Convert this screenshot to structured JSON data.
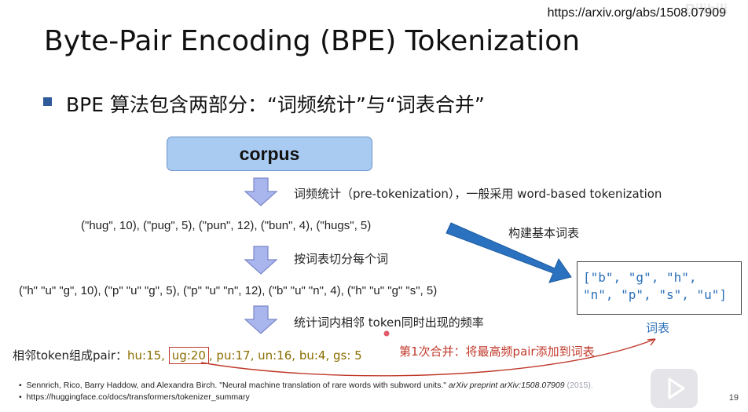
{
  "url": "https://arxiv.org/abs/1508.07909",
  "title": "Byte-Pair Encoding (BPE) Tokenization",
  "bullet": "BPE 算法包含两部分：“词频统计”与“词表合并”",
  "corpus_label": "corpus",
  "step1": "词频统计（pre-tokenization），一般采用 word-based tokenization",
  "word_freqs": "(\"hug\", 10), (\"pug\", 5), (\"pun\", 12), (\"bun\", 4), (\"hugs\", 5)",
  "build_vocab_label": "构建基本词表",
  "step2": "按词表切分每个词",
  "split_words": "(\"h\" \"u\" \"g\", 10), (\"p\" \"u\" \"g\", 5), (\"p\" \"u\" \"n\", 12), (\"b\" \"u\" \"n\", 4), (\"h\" \"u\" \"g\" \"s\", 5)",
  "vocab_line1": "[\"b\", \"g\", \"h\",",
  "vocab_line2": "\"n\", \"p\", \"s\", \"u\"]",
  "vocab_caption": "词表",
  "step3": "统计词内相邻 token同时出现的频率",
  "pairs_prefix": "相邻token组成pair：",
  "pair_hu": "hu:15,",
  "pair_ug": "ug:20",
  "pair_rest": ", pu:17, un:16, bu:4, gs: 5",
  "merge_label": "第1次合并：将最高频pair添加到词表",
  "ref1_main": "Sennrich, Rico, Barry Haddow, and Alexandra Birch. \"Neural machine translation of rare words with subword units.\"",
  "ref1_journal": "arXiv preprint arXiv:1508.07909",
  "ref1_year": "(2015).",
  "ref2": "https://huggingface.co/docs/transformers/tokenizer_summary",
  "page_number": "19",
  "watermark": "Bilibili",
  "colors": {
    "arrow_fill": "#a9b6ee",
    "arrow_stroke": "#7a86c6",
    "blue_arrow": "#2a72c0",
    "accent_red": "#c0392b",
    "vocab_blue": "#2a6fb8",
    "corpus_fill": "#a9cbf2"
  }
}
